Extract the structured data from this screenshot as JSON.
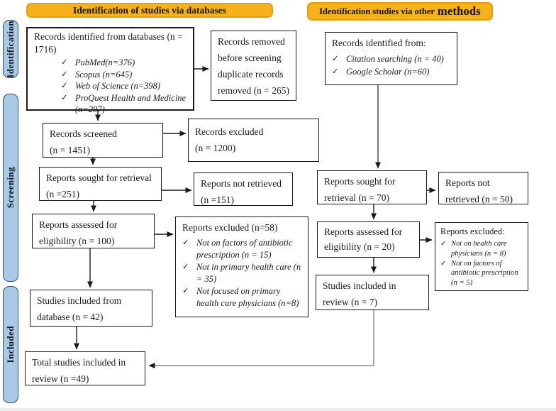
{
  "colors": {
    "banner_fill": "#f6b11b",
    "banner_border": "#e29e0e",
    "sidebar_fill": "#a9cae7",
    "sidebar_border": "#3d4f5f",
    "box_border": "#1a1a1a",
    "arrow": "#1a1a1a",
    "connector_gray": "#8a8a8a"
  },
  "icons": {
    "check": "✓"
  },
  "banners": {
    "databases": "Identification of studies via databases",
    "other_prefix": "Identification studies via other",
    "other_emphasis": "methods"
  },
  "sidebar": {
    "identification": "Identification",
    "screening": "Screening",
    "included": "Included"
  },
  "boxes": {
    "records_identified_db": {
      "line1": "Records identified from databases (n =",
      "line2": "1716)",
      "items": [
        "PubMed(n=376)",
        "Scopus (n=645)",
        "Web of Science (n=398)",
        "ProQuest Health and Medicine (n=297)"
      ]
    },
    "records_removed": {
      "line1": "Records removed",
      "line2": "before screening",
      "line3": "duplicate records",
      "line4": "removed (n = 265)"
    },
    "records_identified_other": {
      "title": "Records identified from:",
      "items": [
        "Citation searching (n = 40)",
        "Google Scholar (n=60)"
      ]
    },
    "records_screened": {
      "line1": "Records screened",
      "line2": "(n = 1451)"
    },
    "records_excluded": {
      "line1": "Records excluded",
      "line2": "(n = 1200)"
    },
    "reports_sought_db": {
      "line1": "Reports sought for retrieval",
      "line2": "(n =251)"
    },
    "reports_not_retrieved_db": {
      "line1": "Reports not retrieved",
      "line2": "(n =151)"
    },
    "reports_sought_other": {
      "line1": "Reports sought for",
      "line2": "retrieval (n = 70)"
    },
    "reports_not_retrieved_other": {
      "line1": "Reports not",
      "line2": "retrieved (n = 50)"
    },
    "reports_assessed_db": {
      "line1": "Reports assessed for",
      "line2": "eligibility (n = 100)"
    },
    "reports_excluded_db": {
      "title": "Reports excluded (n=58)",
      "items": [
        "Not on factors of antibiotic prescription (n = 15)",
        "Not in primary health care (n = 35)",
        "Not focused on primary health care physicians (n=8)"
      ]
    },
    "reports_assessed_other": {
      "line1": "Reports assessed for",
      "line2": "eligibility (n = 20)"
    },
    "reports_excluded_other": {
      "title": "Reports excluded:",
      "items": [
        "Not on health care physicians (n = 8)",
        "Not on factors of antibiotic prescription (n = 5)"
      ]
    },
    "studies_included_db": {
      "line1": "Studies included from",
      "line2": "database (n = 42)"
    },
    "studies_included_other": {
      "line1": "Studies included in",
      "line2": "review (n = 7)"
    },
    "total_included": {
      "line1": "Total studies included in",
      "line2": "review (n =49)"
    }
  }
}
